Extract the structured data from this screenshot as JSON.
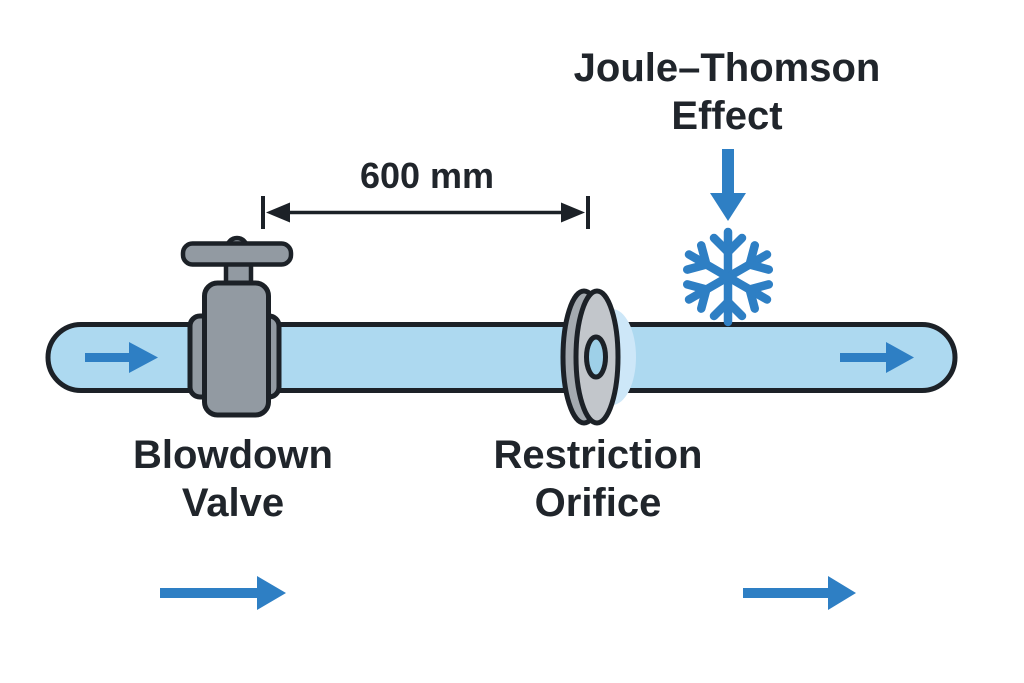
{
  "diagram": {
    "title_lines": [
      "Joule–Thomson",
      "Effect"
    ],
    "dimension_label": "600 mm",
    "valve_label_lines": [
      "Blowdown",
      "Valve"
    ],
    "orifice_label_lines": [
      "Restriction",
      "Orifice"
    ]
  },
  "icons": {
    "cooling": "snowflake-icon",
    "cooling_direction": "arrow-down-icon",
    "flow_direction": "arrow-right-icon"
  },
  "colors": {
    "flow_blue": "#2E7FC4",
    "pipe_fill": "#ADD9F0",
    "pipe_glow": "#CDE7F8",
    "orifice_hole_fill": "#9ED0E8",
    "metal_gray": "#929AA2",
    "metal_face_gray": "#C2C6CB",
    "metal_rim_gray": "#A4AAB0",
    "outline_dark": "#1C2127",
    "text_dark": "#20252B",
    "background": "#FFFFFF"
  }
}
